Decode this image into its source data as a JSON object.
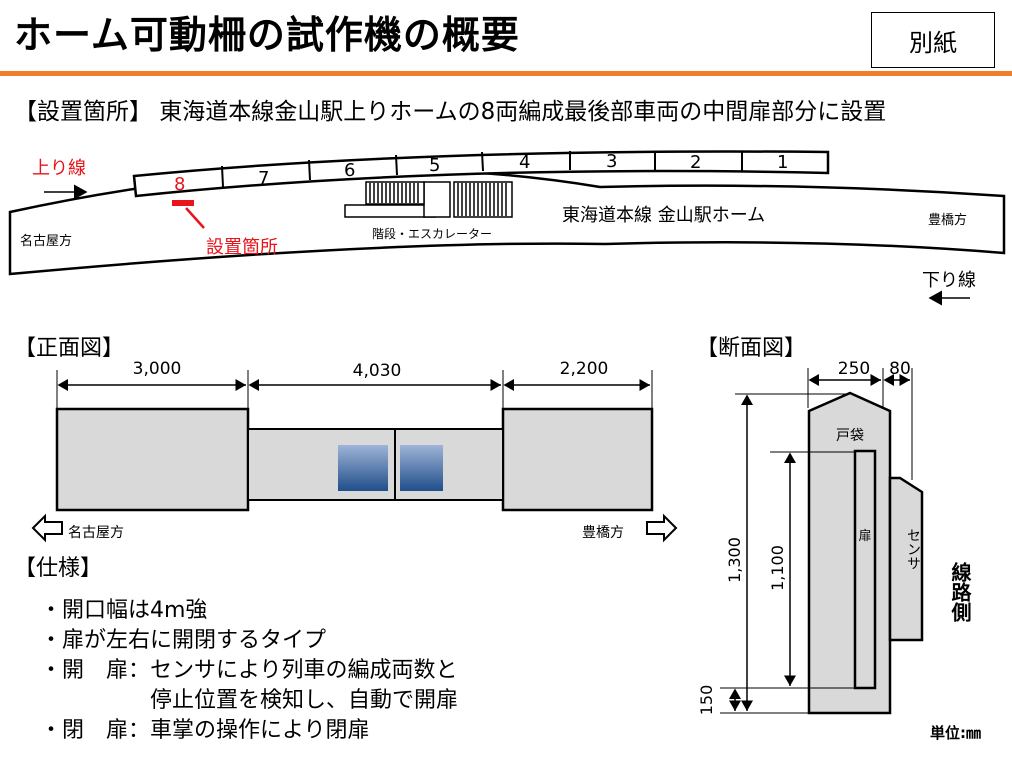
{
  "title": "ホーム可動柵の試作機の概要",
  "attachment_label": "別紙",
  "location": "【設置箇所】 東海道本線金山駅上りホームの8両編成最後部車両の中間扉部分に設置",
  "platform_map": {
    "up_line": "上り線",
    "down_line": "下り線",
    "nagoya_side": "名古屋方",
    "toyohashi_side": "豊橋方",
    "car_numbers": [
      "8",
      "7",
      "6",
      "5",
      "4",
      "3",
      "2",
      "1"
    ],
    "stairs_label": "階段・エスカレーター",
    "platform_label": "東海道本線  金山駅ホーム",
    "install_point_label": "設置箇所",
    "colors": {
      "highlight": "#e8141b",
      "accent": "#f07d2a"
    }
  },
  "front_view": {
    "heading": "【正面図】",
    "dimensions": [
      "3,000",
      "4,030",
      "2,200"
    ],
    "left_direction": "名古屋方",
    "right_direction": "豊橋方"
  },
  "cross_section": {
    "heading": "【断面図】",
    "top_dimensions": [
      "250",
      "80"
    ],
    "height_dimensions": [
      "1,300",
      "1,100",
      "150"
    ],
    "door_pocket_label": "戸袋",
    "door_label": "扉",
    "sensor_label": "センサ",
    "track_side_label": "線路側",
    "unit_label": "単位:㎜"
  },
  "spec": {
    "heading": "【仕様】",
    "lines": [
      "・開口幅は4m強",
      "・扉が左右に開閉するタイプ",
      "・開　扉：センサにより列車の編成両数と",
      "　　　　　停止位置を検知し、自動で開扉",
      "・閉　扉：車掌の操作により閉扉"
    ]
  }
}
